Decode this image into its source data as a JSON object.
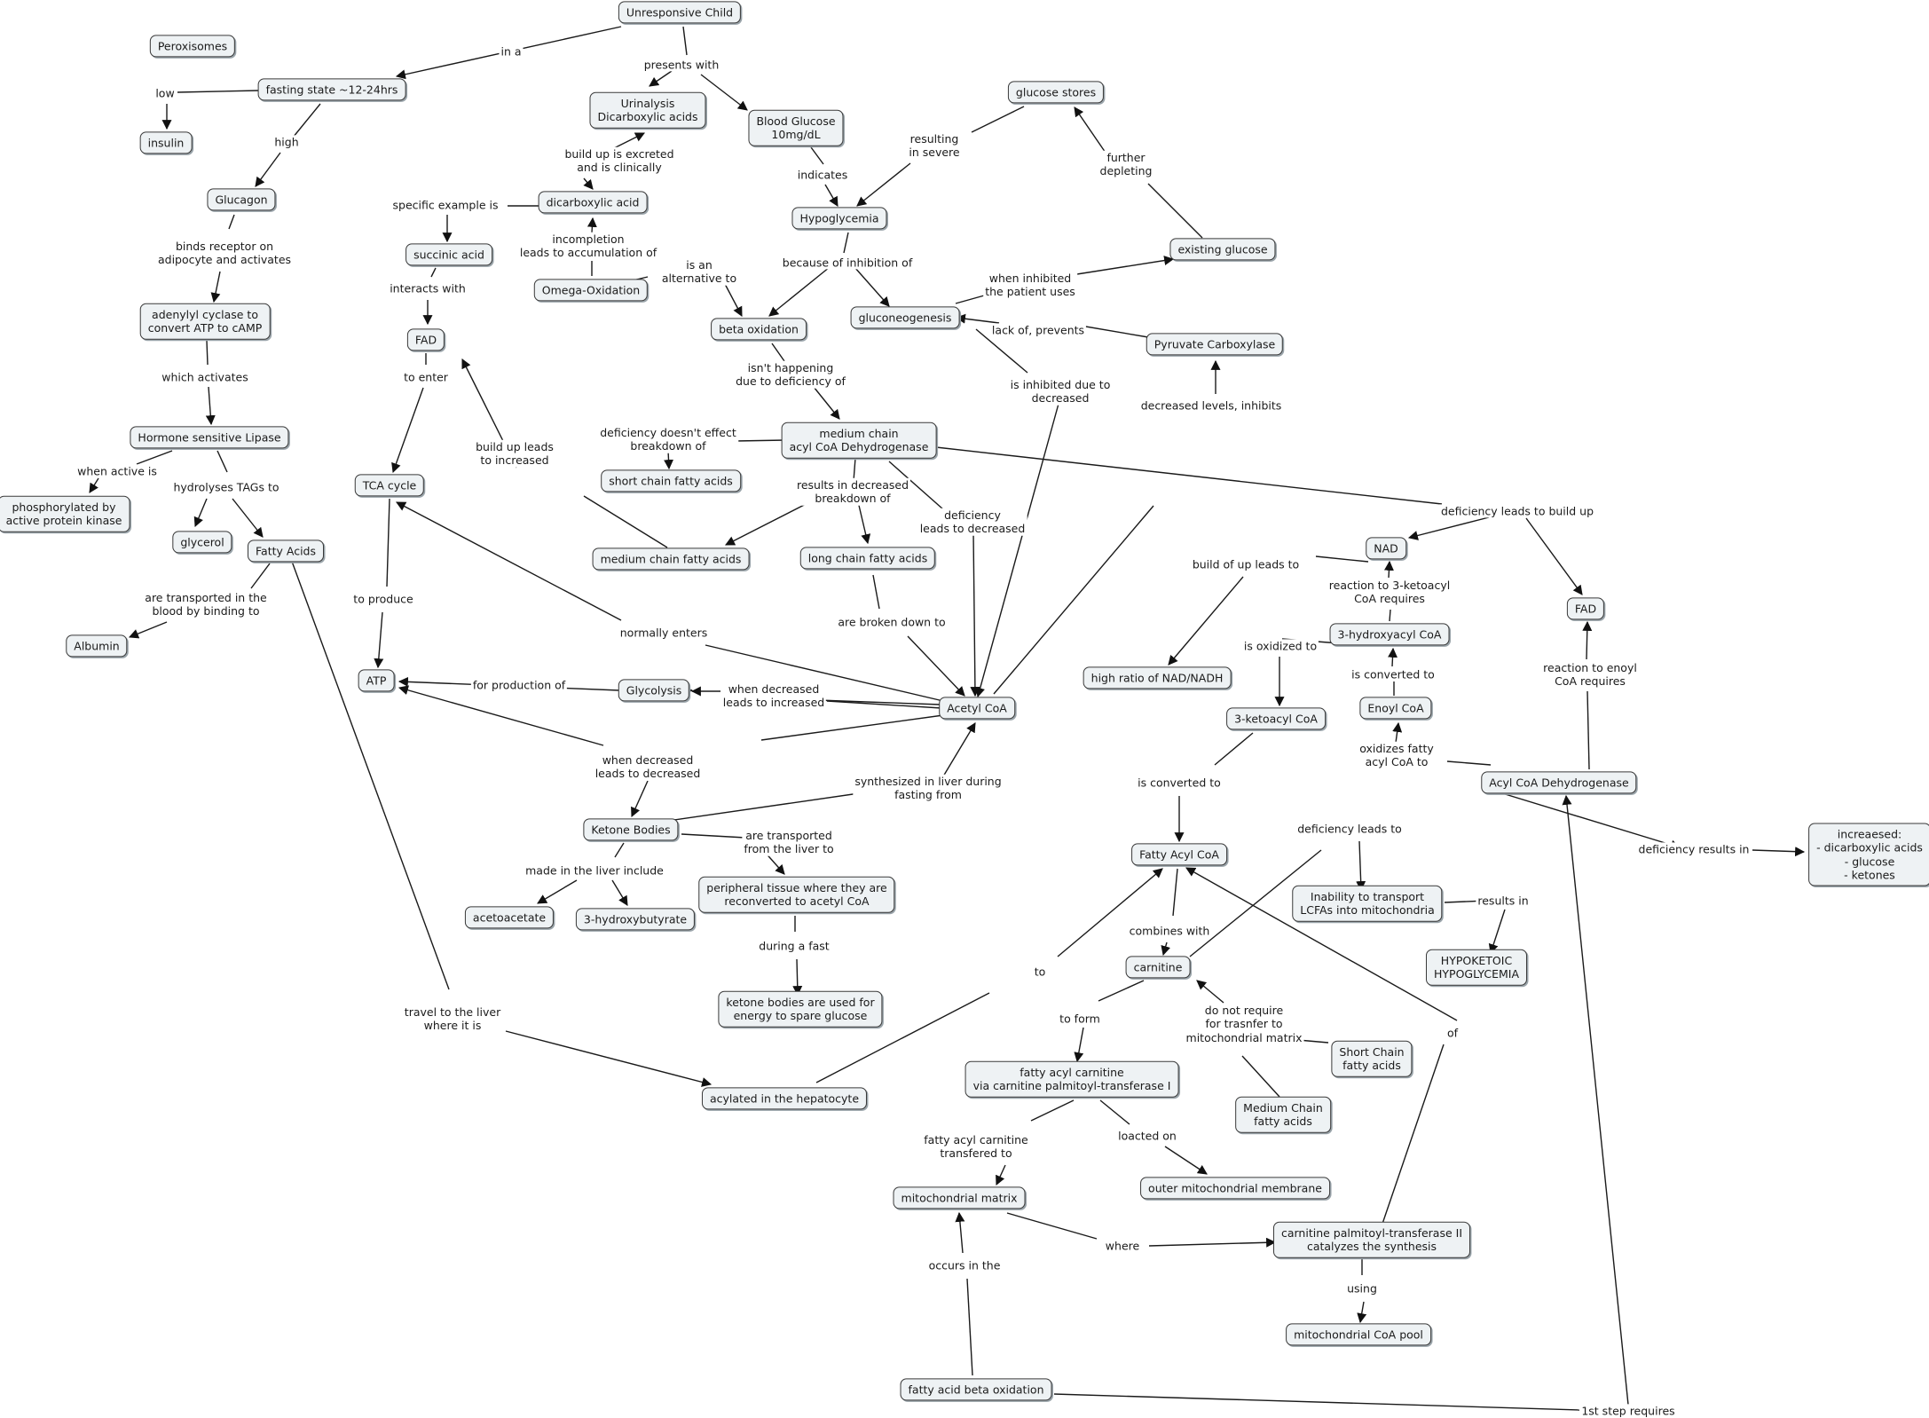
{
  "concepts": [
    {
      "id": "unresponsive",
      "text": "Unresponsive Child"
    },
    {
      "id": "peroxisomes",
      "text": "Peroxisomes"
    },
    {
      "id": "fasting",
      "text": "fasting state ~12-24hrs"
    },
    {
      "id": "insulin",
      "text": "insulin"
    },
    {
      "id": "glucagon",
      "text": "Glucagon"
    },
    {
      "id": "adenylyl",
      "text": "adenylyl cyclase to\nconvert ATP to cAMP"
    },
    {
      "id": "hsl",
      "text": "Hormone sensitive Lipase"
    },
    {
      "id": "phosphorylated",
      "text": "phosphorylated by\nactive protein kinase"
    },
    {
      "id": "glycerol",
      "text": "glycerol"
    },
    {
      "id": "fattyacids",
      "text": "Fatty Acids"
    },
    {
      "id": "albumin",
      "text": "Albumin"
    },
    {
      "id": "urinalysis",
      "text": "Urinalysis\nDicarboxylic acids"
    },
    {
      "id": "bloodglucose",
      "text": "Blood Glucose\n10mg/dL"
    },
    {
      "id": "glucosestores",
      "text": "glucose stores"
    },
    {
      "id": "dicarboxylic",
      "text": "dicarboxylic acid"
    },
    {
      "id": "succinic",
      "text": "succinic acid"
    },
    {
      "id": "fad1",
      "text": "FAD"
    },
    {
      "id": "omega",
      "text": "Omega-Oxidation"
    },
    {
      "id": "hypoglycemia",
      "text": "Hypoglycemia"
    },
    {
      "id": "existingglucose",
      "text": "existing glucose"
    },
    {
      "id": "betaox",
      "text": "beta oxidation"
    },
    {
      "id": "gluconeo",
      "text": "gluconeogenesis"
    },
    {
      "id": "pyruvatecarb",
      "text": "Pyruvate Carboxylase"
    },
    {
      "id": "mcad",
      "text": "medium chain\nacyl CoA Dehydrogenase"
    },
    {
      "id": "scfa",
      "text": "short chain fatty acids"
    },
    {
      "id": "tca",
      "text": "TCA cycle"
    },
    {
      "id": "mcfa",
      "text": "medium chain fatty acids"
    },
    {
      "id": "lcfa",
      "text": "long chain fatty acids"
    },
    {
      "id": "nad",
      "text": "NAD"
    },
    {
      "id": "fad2",
      "text": "FAD"
    },
    {
      "id": "hydroxyacyl",
      "text": "3-hydroxyacyl CoA"
    },
    {
      "id": "highratio",
      "text": "high ratio of NAD/NADH"
    },
    {
      "id": "atp",
      "text": "ATP"
    },
    {
      "id": "glycolysis",
      "text": "Glycolysis"
    },
    {
      "id": "acetylcoa",
      "text": "Acetyl CoA"
    },
    {
      "id": "ketoacyl",
      "text": "3-ketoacyl CoA"
    },
    {
      "id": "enoyl",
      "text": "Enoyl CoA"
    },
    {
      "id": "acylcoadh",
      "text": "Acyl CoA Dehydrogenase"
    },
    {
      "id": "increased",
      "text": "increaesed:\n- dicarboxylic acids\n- glucose\n- ketones"
    },
    {
      "id": "ketonebodies",
      "text": "Ketone Bodies"
    },
    {
      "id": "fattyacylcoa",
      "text": "Fatty Acyl CoA"
    },
    {
      "id": "peripheral",
      "text": "peripheral tissue where they are\nreconverted to acetyl CoA"
    },
    {
      "id": "acetoacetate",
      "text": "acetoacetate"
    },
    {
      "id": "hydroxybutyrate",
      "text": "3-hydroxybutyrate"
    },
    {
      "id": "inability",
      "text": "Inability to transport\nLCFAs into mitochondria"
    },
    {
      "id": "hypoketotic",
      "text": "HYPOKETOIC\nHYPOGLYCEMIA"
    },
    {
      "id": "carnitine",
      "text": "carnitine"
    },
    {
      "id": "ketonespare",
      "text": "ketone bodies are used for\nenergy to spare glucose"
    },
    {
      "id": "shortchain",
      "text": "Short Chain\nfatty acids"
    },
    {
      "id": "acylated",
      "text": "acylated in the hepatocyte"
    },
    {
      "id": "fattyacylcarnitine",
      "text": "fatty acyl carnitine\nvia carnitine palmitoyl-transferase I"
    },
    {
      "id": "mediumchain",
      "text": "Medium Chain\nfatty acids"
    },
    {
      "id": "mitomatrix",
      "text": "mitochondrial matrix"
    },
    {
      "id": "outermito",
      "text": "outer mitochondrial membrane"
    },
    {
      "id": "cpt2",
      "text": "carnitine palmitoyl-transferase II\ncatalyzes the synthesis"
    },
    {
      "id": "coapool",
      "text": "mitochondrial CoA pool"
    },
    {
      "id": "fabo",
      "text": "fatty acid beta oxidation"
    }
  ],
  "links": [
    {
      "id": "l_in_a",
      "text": "in a"
    },
    {
      "id": "l_presents",
      "text": "presents with"
    },
    {
      "id": "l_low",
      "text": "low"
    },
    {
      "id": "l_high",
      "text": "high"
    },
    {
      "id": "l_binds",
      "text": "binds receptor on\nadipocyte and activates"
    },
    {
      "id": "l_which",
      "text": "which activates"
    },
    {
      "id": "l_whenactive",
      "text": "when active is"
    },
    {
      "id": "l_hydrolyses",
      "text": "hydrolyses TAGs to"
    },
    {
      "id": "l_transported",
      "text": "are transported in the\nblood by binding to"
    },
    {
      "id": "l_buildupexc",
      "text": "build up is excreted\nand is clinically"
    },
    {
      "id": "l_specific",
      "text": "specific example is"
    },
    {
      "id": "l_incompletion",
      "text": "incompletion\nleads to accumulation of"
    },
    {
      "id": "l_interacts",
      "text": "interacts with"
    },
    {
      "id": "l_toenter",
      "text": "to enter"
    },
    {
      "id": "l_indicates",
      "text": "indicates"
    },
    {
      "id": "l_resulting",
      "text": "resulting\nin severe"
    },
    {
      "id": "l_further",
      "text": "further\ndepleting"
    },
    {
      "id": "l_isan",
      "text": "is an\nalternative to"
    },
    {
      "id": "l_because",
      "text": "because of inhibition of"
    },
    {
      "id": "l_wheninhibited",
      "text": "when inhibited\nthe patient uses"
    },
    {
      "id": "l_lackof",
      "text": "lack of, prevents"
    },
    {
      "id": "l_isnt",
      "text": "isn't happening\ndue to deficiency of"
    },
    {
      "id": "l_isinhibited",
      "text": "is inhibited due to\ndecreased"
    },
    {
      "id": "l_decreasedlevels",
      "text": "decreased levels, inhibits"
    },
    {
      "id": "l_buildupinc",
      "text": "build up leads\nto increased"
    },
    {
      "id": "l_defnoeffect",
      "text": "deficiency doesn't effect\nbreakdown of"
    },
    {
      "id": "l_resultsdec",
      "text": "results in decreased\nbreakdown of"
    },
    {
      "id": "l_defdecreased",
      "text": "deficiency\nleads to decreased"
    },
    {
      "id": "l_defbuildup",
      "text": "deficiency leads to build up"
    },
    {
      "id": "l_buildofup",
      "text": "build of up leads to"
    },
    {
      "id": "l_reaction3keto",
      "text": "reaction to 3-ketoacyl\nCoA requires"
    },
    {
      "id": "l_toproduce",
      "text": "to produce"
    },
    {
      "id": "l_normally",
      "text": "normally enters"
    },
    {
      "id": "l_brokendown",
      "text": "are broken down to"
    },
    {
      "id": "l_isoxidized",
      "text": "is oxidized to"
    },
    {
      "id": "l_isconvertedto1",
      "text": "is converted to"
    },
    {
      "id": "l_reactionenoyl",
      "text": "reaction to enoyl\nCoA requires"
    },
    {
      "id": "l_forproduction",
      "text": "for production of"
    },
    {
      "id": "l_wheninc",
      "text": "when decreased\nleads to increased"
    },
    {
      "id": "l_whendec",
      "text": "when decreased\nleads to decreased"
    },
    {
      "id": "l_synthesized",
      "text": "synthesized in liver during\nfasting from"
    },
    {
      "id": "l_isconvertedto2",
      "text": "is converted to"
    },
    {
      "id": "l_oxidizes",
      "text": "oxidizes fatty\nacyl CoA to"
    },
    {
      "id": "l_defresults",
      "text": "deficiency results in"
    },
    {
      "id": "l_aretransported",
      "text": "are transported\nfrom the liver to"
    },
    {
      "id": "l_madein",
      "text": "made in the liver include"
    },
    {
      "id": "l_defleadsto",
      "text": "deficiency leads to"
    },
    {
      "id": "l_resultsin",
      "text": "results in"
    },
    {
      "id": "l_combines",
      "text": "combines with"
    },
    {
      "id": "l_duringfast",
      "text": "during a fast"
    },
    {
      "id": "l_to",
      "text": "to"
    },
    {
      "id": "l_donot",
      "text": "do not require\nfor trasnfer to\nmitochondrial matrix"
    },
    {
      "id": "l_of",
      "text": "of"
    },
    {
      "id": "l_travel",
      "text": "travel to the liver\nwhere it is"
    },
    {
      "id": "l_toform",
      "text": "to form"
    },
    {
      "id": "l_transfered",
      "text": "fatty acyl carnitine\ntransfered to"
    },
    {
      "id": "l_loacted",
      "text": "loacted on"
    },
    {
      "id": "l_where",
      "text": "where"
    },
    {
      "id": "l_using",
      "text": "using"
    },
    {
      "id": "l_occurs",
      "text": "occurs in the"
    },
    {
      "id": "l_1ststep",
      "text": "1st step requires"
    }
  ]
}
